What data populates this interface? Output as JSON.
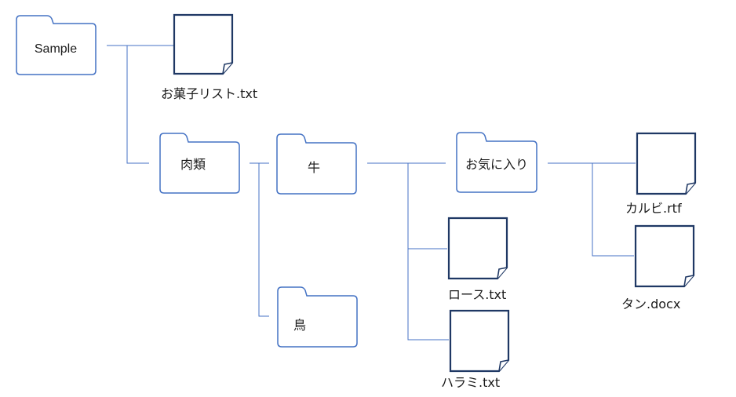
{
  "diagram": {
    "folders": {
      "sample": "Sample",
      "meat": "肉類",
      "beef": "牛",
      "chicken": "鳥",
      "favorites": "お気に入り"
    },
    "files": {
      "snacks": "お菓子リスト.txt",
      "loin": "ロース.txt",
      "skirt": "ハラミ.txt",
      "kalbi": "カルビ.rtf",
      "tongue": "タン.docx"
    }
  },
  "colors": {
    "folder_stroke": "#4472c4",
    "file_stroke": "#1f3864",
    "connector": "#4472c4"
  }
}
